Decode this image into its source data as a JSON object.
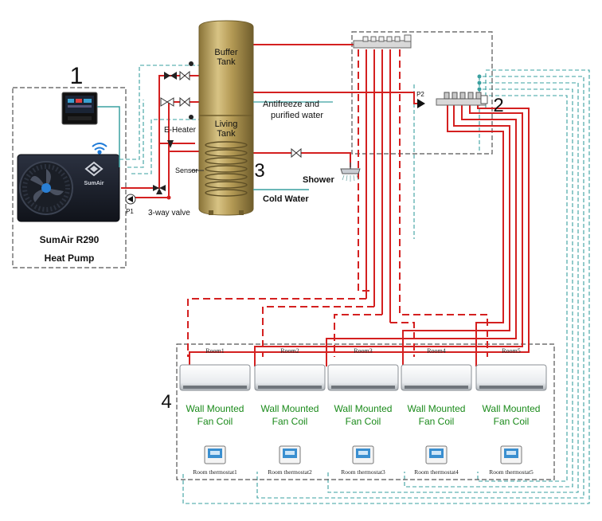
{
  "heat_pump": {
    "number": "1",
    "brand_logo": "SumAir",
    "name": "SumAir R290",
    "subtitle": "Heat Pump",
    "pump_label": "P1",
    "valve_label": "3-way valve",
    "icons": [
      "controller-panel-icon",
      "wifi-icon",
      "fan-icon"
    ]
  },
  "tank": {
    "number": "3",
    "buffer_label_line1": "Buffer",
    "buffer_label_line2": "Tank",
    "living_label_line1": "Living",
    "living_label_line2": "Tank",
    "eheater_label": "E-Heater",
    "sensor_label": "Sensor",
    "antifreeze_line1": "Antifreeze and",
    "antifreeze_line2": "purified water",
    "cold_water_label": "Cold Water",
    "shower_label": "Shower",
    "colors": {
      "tank_gold": "#b49a55",
      "tank_dark": "#8a7438"
    }
  },
  "manifold": {
    "number": "2",
    "pump_label": "P2"
  },
  "fan_coils": {
    "number": "4",
    "unit_line1": "Wall Mounted",
    "unit_line2": "Fan Coil",
    "rooms": [
      {
        "room": "Room1",
        "thermostat": "Room thermostat1"
      },
      {
        "room": "Room2",
        "thermostat": "Room thermostat2"
      },
      {
        "room": "Room3",
        "thermostat": "Room thermostat3"
      },
      {
        "room": "Room4",
        "thermostat": "Room thermostat4"
      },
      {
        "room": "Room5",
        "thermostat": "Room thermostat5"
      }
    ],
    "label_color": "#1a8a1a"
  },
  "colors": {
    "pipe_hot": "#d42020",
    "control_wire": "#3aa0a0",
    "box_border": "#555555"
  }
}
